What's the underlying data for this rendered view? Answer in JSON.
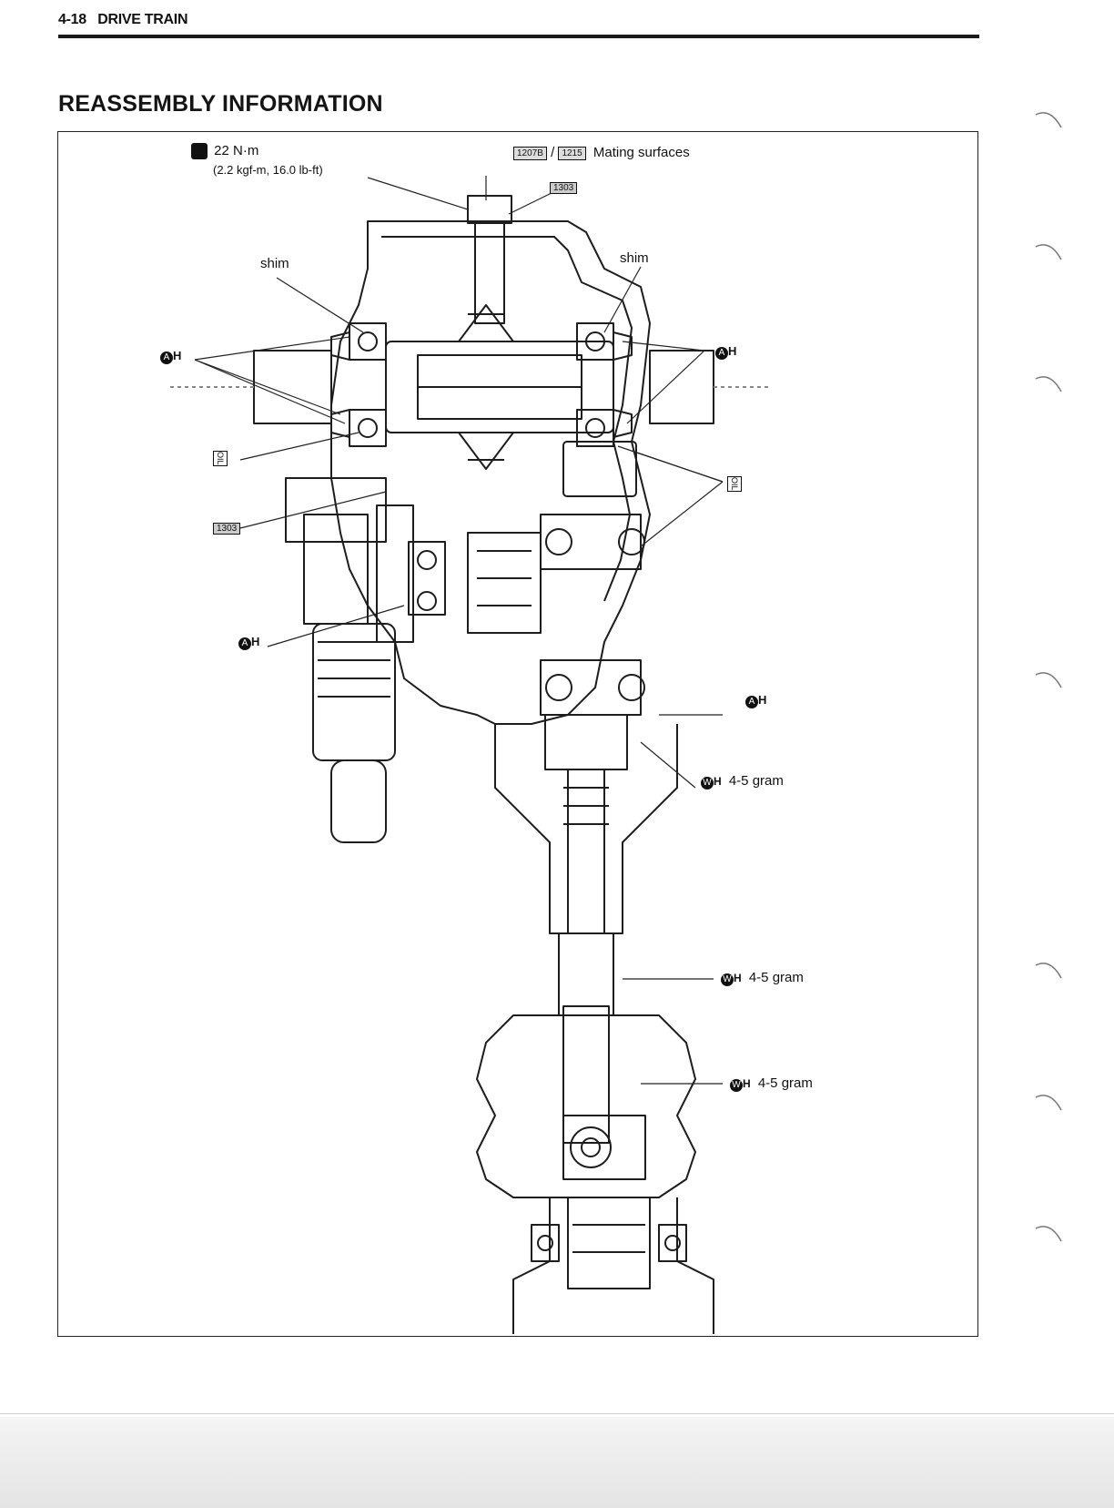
{
  "header": {
    "page_ref": "4-18",
    "section": "DRIVE TRAIN"
  },
  "title": "REASSEMBLY INFORMATION",
  "diagram": {
    "torque": {
      "value": "22 N·m",
      "alt": "(2.2 kgf-m, 16.0 lb-ft)"
    },
    "mating_codes": [
      "1207B",
      "1215"
    ],
    "mating_separator": "/",
    "mating_label": "Mating surfaces",
    "thread_lock_code": "1303",
    "oil_code": "OIL",
    "grease_a_letter": "A",
    "grease_w_letter": "W",
    "grease_h": "H",
    "shim_left": "shim",
    "shim_right": "shim",
    "grease_amount_1": "4-5 gram",
    "grease_amount_2": "4-5 gram",
    "grease_amount_3": "4-5 gram"
  }
}
